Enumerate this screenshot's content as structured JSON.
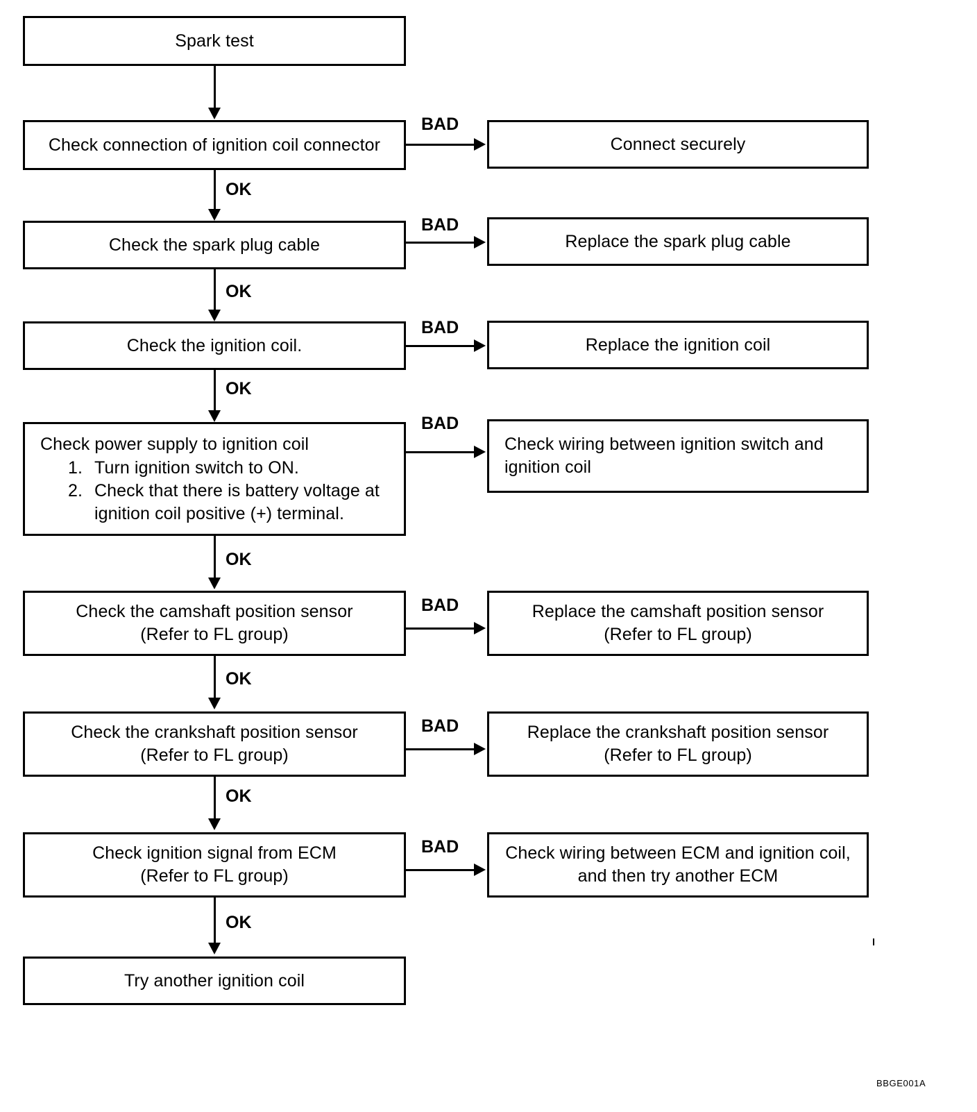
{
  "figure": {
    "code": "BBGE001A",
    "type": "troubleshooting-flowchart"
  },
  "chart_data": {
    "type": "flowchart",
    "title": "Spark test troubleshooting flow",
    "orientation": "top-to-bottom",
    "branch_labels": {
      "pass": "OK",
      "fail": "BAD"
    },
    "nodes": [
      {
        "id": "n0",
        "text": "Spark test",
        "column": "main"
      },
      {
        "id": "n1",
        "text": "Check connection of ignition coil connector",
        "column": "main"
      },
      {
        "id": "n1b",
        "text": "Connect securely",
        "column": "bad"
      },
      {
        "id": "n2",
        "text": "Check the spark plug cable",
        "column": "main"
      },
      {
        "id": "n2b",
        "text": "Replace the spark plug cable",
        "column": "bad"
      },
      {
        "id": "n3",
        "text": "Check the ignition coil.",
        "column": "main"
      },
      {
        "id": "n3b",
        "text": "Replace the ignition coil",
        "column": "bad"
      },
      {
        "id": "n4",
        "text": "Check power supply to ignition coil",
        "column": "main"
      },
      {
        "id": "n4b",
        "text": "Check wiring between ignition switch and ignition coil",
        "column": "bad"
      },
      {
        "id": "n5",
        "text": "Check the camshaft position sensor (Refer to FL group)",
        "column": "main"
      },
      {
        "id": "n5b",
        "text": "Replace the camshaft position sensor (Refer to FL group)",
        "column": "bad"
      },
      {
        "id": "n6",
        "text": "Check the crankshaft position sensor (Refer to FL group)",
        "column": "main"
      },
      {
        "id": "n6b",
        "text": "Replace the crankshaft position sensor (Refer to FL group)",
        "column": "bad"
      },
      {
        "id": "n7",
        "text": "Check ignition signal from ECM (Refer to FL group)",
        "column": "main"
      },
      {
        "id": "n7b",
        "text": "Check wiring between ECM and ignition coil, and then try another ECM",
        "column": "bad"
      },
      {
        "id": "n8",
        "text": "Try another ignition coil",
        "column": "main"
      }
    ],
    "edges": [
      {
        "from": "n0",
        "to": "n1",
        "label": ""
      },
      {
        "from": "n1",
        "to": "n1b",
        "label": "BAD"
      },
      {
        "from": "n1",
        "to": "n2",
        "label": "OK"
      },
      {
        "from": "n2",
        "to": "n2b",
        "label": "BAD"
      },
      {
        "from": "n2",
        "to": "n3",
        "label": "OK"
      },
      {
        "from": "n3",
        "to": "n3b",
        "label": "BAD"
      },
      {
        "from": "n3",
        "to": "n4",
        "label": "OK"
      },
      {
        "from": "n4",
        "to": "n4b",
        "label": "BAD"
      },
      {
        "from": "n4",
        "to": "n5",
        "label": "OK"
      },
      {
        "from": "n5",
        "to": "n5b",
        "label": "BAD"
      },
      {
        "from": "n5",
        "to": "n6",
        "label": "OK"
      },
      {
        "from": "n6",
        "to": "n6b",
        "label": "BAD"
      },
      {
        "from": "n6",
        "to": "n7",
        "label": "OK"
      },
      {
        "from": "n7",
        "to": "n7b",
        "label": "BAD"
      },
      {
        "from": "n7",
        "to": "n8",
        "label": "OK"
      }
    ]
  },
  "boxes": {
    "spark_test": "Spark test",
    "check_connector": "Check connection of ignition coil connector",
    "connect_securely": "Connect securely",
    "check_cable": "Check the spark plug cable",
    "replace_cable": "Replace the spark plug cable",
    "check_coil": "Check the ignition coil.",
    "replace_coil": "Replace the ignition coil",
    "power_supply": {
      "heading": "Check power supply to ignition coil",
      "step1": "Turn ignition switch to ON.",
      "step2": "Check that there is battery voltage at ignition coil positive (+) terminal."
    },
    "check_wiring_switch": {
      "line1": "Check wiring between ignition switch and",
      "line2": "ignition coil"
    },
    "check_camshaft": {
      "line1": "Check the camshaft position sensor",
      "line2": "(Refer to FL group)"
    },
    "replace_camshaft": {
      "line1": "Replace the camshaft position sensor",
      "line2": "(Refer to FL group)"
    },
    "check_crankshaft": {
      "line1": "Check the crankshaft position sensor",
      "line2": "(Refer to FL group)"
    },
    "replace_crankshaft": {
      "line1": "Replace the crankshaft position sensor",
      "line2": "(Refer to FL group)"
    },
    "check_ecm_signal": {
      "line1": "Check ignition signal from ECM",
      "line2": "(Refer to FL group)"
    },
    "check_wiring_ecm": {
      "line1": "Check wiring between ECM and ignition coil,",
      "line2": "and then try another ECM"
    },
    "try_another_coil": "Try another ignition coil"
  },
  "labels": {
    "ok1": "OK",
    "ok2": "OK",
    "ok3": "OK",
    "ok4": "OK",
    "ok5": "OK",
    "ok6": "OK",
    "ok7": "OK",
    "bad1": "BAD",
    "bad2": "BAD",
    "bad3": "BAD",
    "bad4": "BAD",
    "bad5": "BAD",
    "bad6": "BAD",
    "bad7": "BAD"
  },
  "colors": {
    "stroke": "#000000",
    "background": "#ffffff",
    "text": "#000000"
  }
}
